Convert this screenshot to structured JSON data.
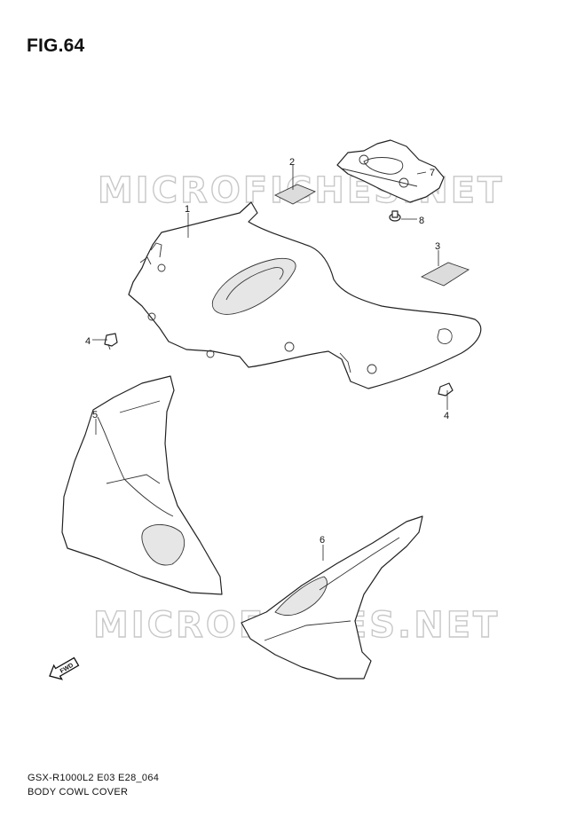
{
  "figure": {
    "title": "FIG.64"
  },
  "watermark": {
    "text": "MICROFICHES.NET"
  },
  "callouts": [
    {
      "id": "1",
      "label": "1"
    },
    {
      "id": "2",
      "label": "2"
    },
    {
      "id": "3",
      "label": "3"
    },
    {
      "id": "4a",
      "label": "4"
    },
    {
      "id": "4b",
      "label": "4"
    },
    {
      "id": "5",
      "label": "5"
    },
    {
      "id": "6",
      "label": "6"
    },
    {
      "id": "7",
      "label": "7"
    },
    {
      "id": "8",
      "label": "8"
    }
  ],
  "fwd_badge": {
    "text": "FWD"
  },
  "footer": {
    "code": "GSX-R1000L2 E03 E28_064",
    "name": "BODY COWL COVER"
  }
}
